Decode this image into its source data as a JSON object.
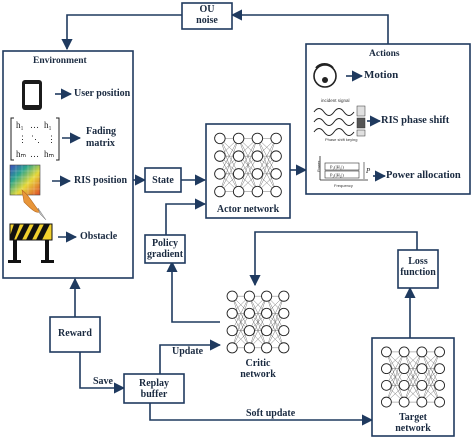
{
  "nodes": {
    "ou_noise": {
      "line1": "OU",
      "line2": "noise"
    },
    "environment": {
      "title": "Environment",
      "items": {
        "user_position": "User position",
        "fading_matrix_line1": "Fading",
        "fading_matrix_line2": "matrix",
        "ris_position": "RIS position",
        "obstacle": "Obstacle"
      }
    },
    "actions": {
      "title": "Actions",
      "items": {
        "motion": "Motion",
        "ris_phase_shift": "RIS phase shift",
        "power_allocation": "Power allocation"
      }
    },
    "state": "State",
    "actor_network": "Actor network",
    "policy_gradient": {
      "line1": "Policy",
      "line2": "gradient"
    },
    "critic_network": {
      "line1": "Critic",
      "line2": "network"
    },
    "loss_function": {
      "line1": "Loss",
      "line2": "function"
    },
    "reward": "Reward",
    "replay_buffer": {
      "line1": "Replay",
      "line2": "buffer"
    },
    "target_network": {
      "line1": "Target",
      "line2": "network"
    }
  },
  "edge_labels": {
    "save": "Save",
    "update": "Update",
    "soft_update": "Soft update"
  },
  "matrix_glyphs": {
    "h11": "h₁",
    "h1n": "h₁",
    "dots_h": "…",
    "dots_v": "⋮",
    "dots_d": "⋱",
    "hm1": "hₘ",
    "hmn": "hₘ"
  },
  "plot_text": {
    "incident_signal": "incident signal",
    "phase_shift_keying": "Phase shift keying",
    "power_axis": "Power",
    "frequency_axis": "Frequency",
    "p_max": "P",
    "row1": "P₁(|H₁|)",
    "row2": "P₂(|H₂|)"
  },
  "colors": {
    "ink": "#1f3a5f",
    "text": "#1a2a40",
    "phone": "#1b1b1b",
    "ris_orange": "#e8963a",
    "obstacle_yellow": "#f2d12e"
  }
}
